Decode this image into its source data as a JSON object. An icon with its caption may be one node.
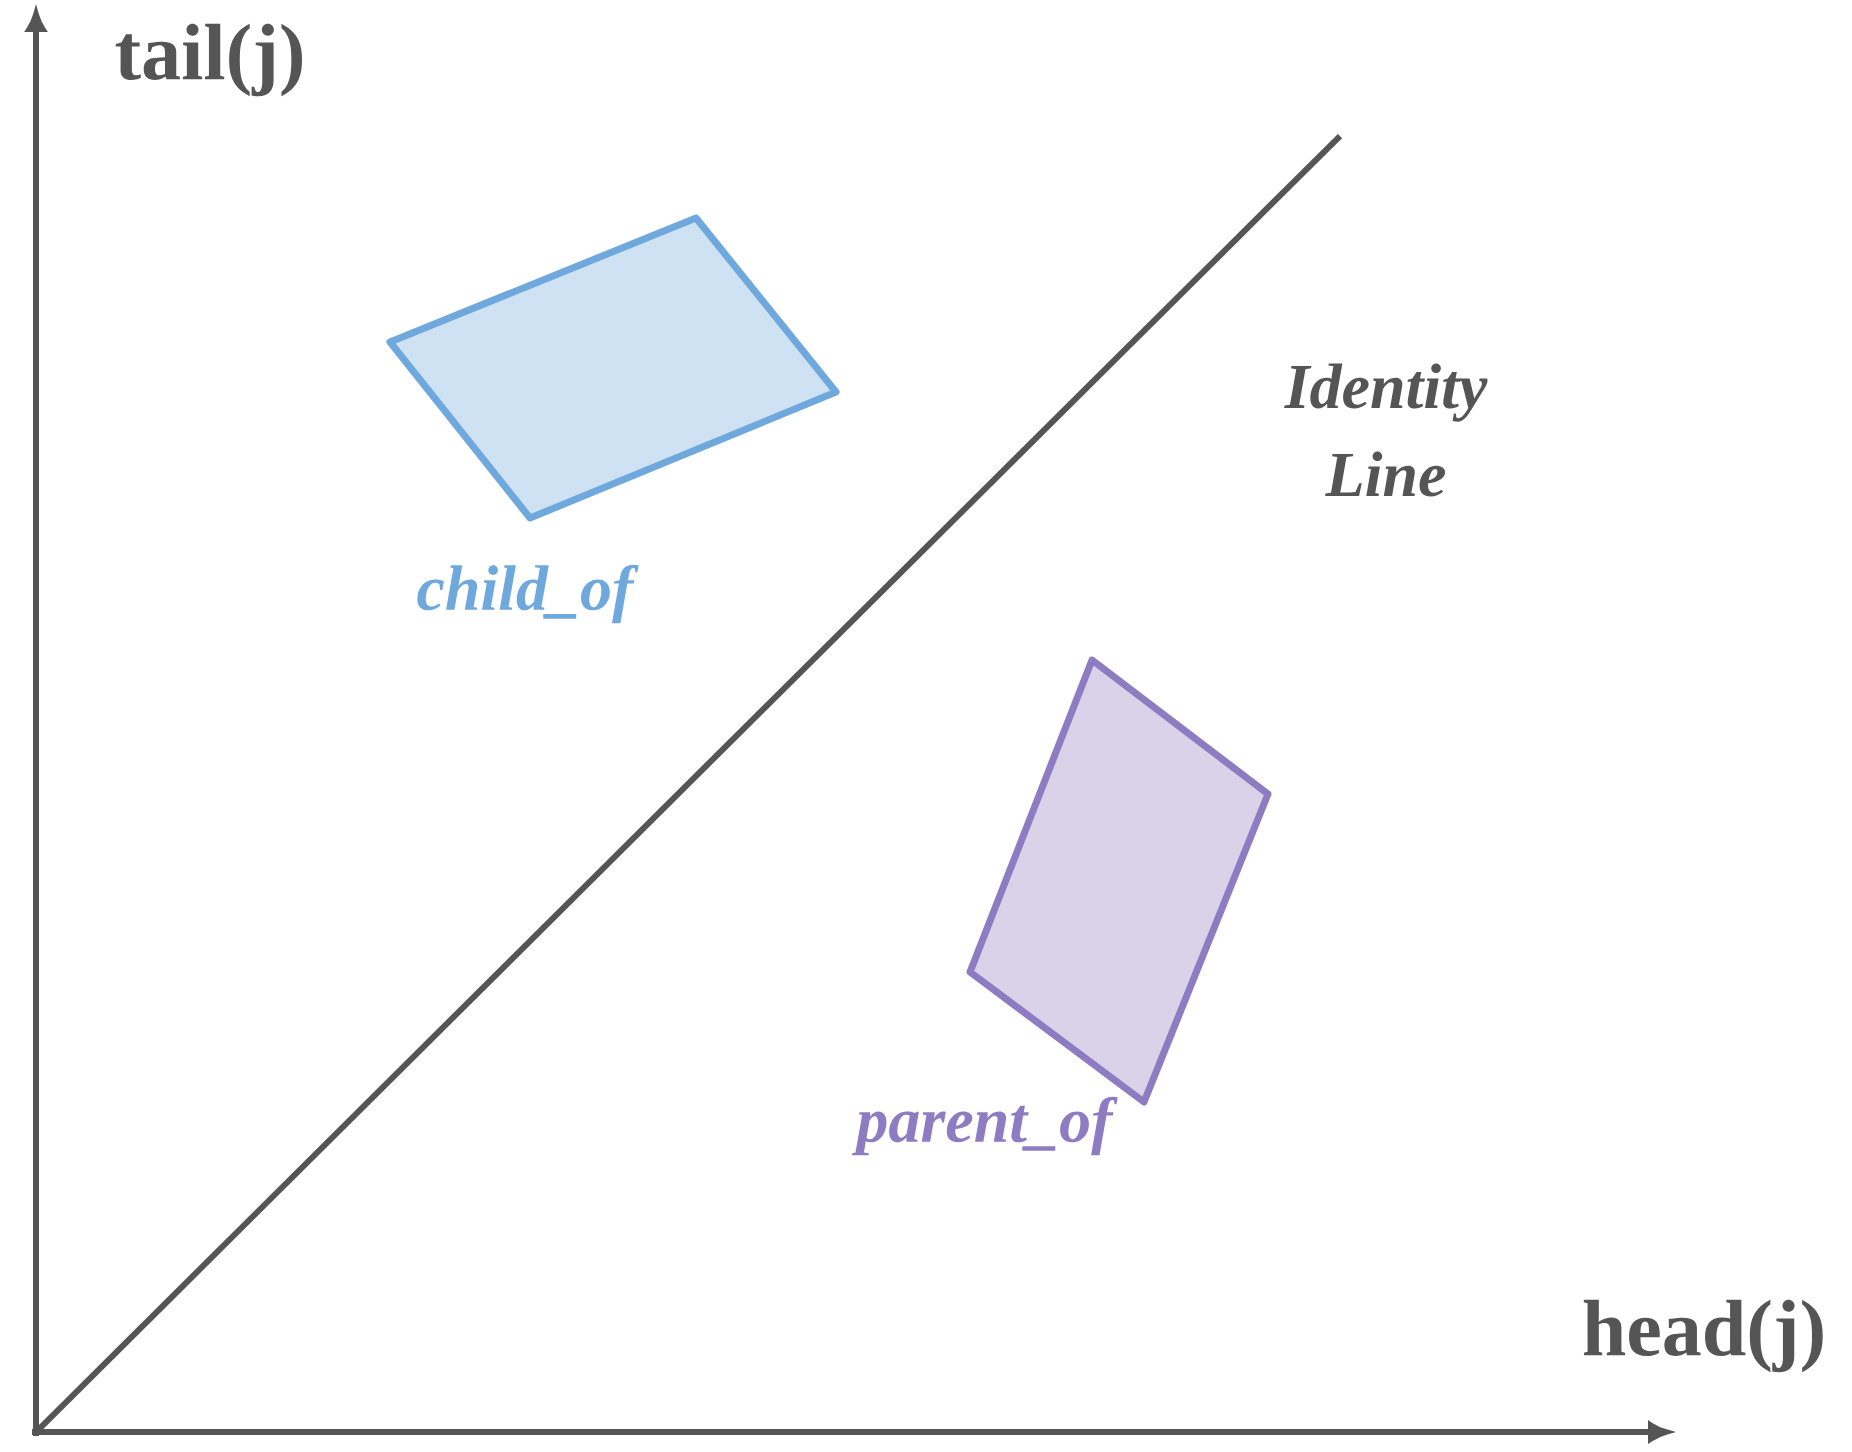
{
  "diagram": {
    "nodes": [
      {
        "text": [],
        "shape": "box",
        "beside": [
          "child_of"
        ]
      },
      {
        "text": [],
        "shape": "box",
        "beside": [
          "parent_of"
        ]
      }
    ],
    "labels": [
      "tail(j)",
      "head(j)",
      "Identity Line"
    ]
  }
}
